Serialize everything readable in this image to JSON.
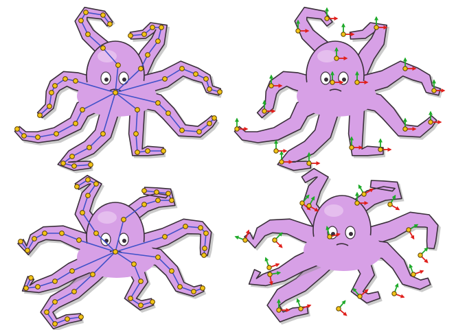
{
  "colors": {
    "background": "#ffffff",
    "body_fill": "#d7a0e6",
    "body_highlight": "#e9c6f0",
    "outline": "#3a2f3a",
    "shadow": "#8c8c8c",
    "skeleton_line": "#3f51c8",
    "joint_fill": "#f2c318",
    "joint_stroke": "#5a3f00",
    "axis_x": "#e0201c",
    "axis_y": "#1faa2a"
  },
  "panels": [
    {
      "name": "rest-pose-skeleton",
      "mode": "skeleton"
    },
    {
      "name": "rest-pose-frames",
      "mode": "frames"
    },
    {
      "name": "deformed-pose-skeleton",
      "mode": "skeleton"
    },
    {
      "name": "deformed-pose-frames",
      "mode": "frames"
    }
  ]
}
